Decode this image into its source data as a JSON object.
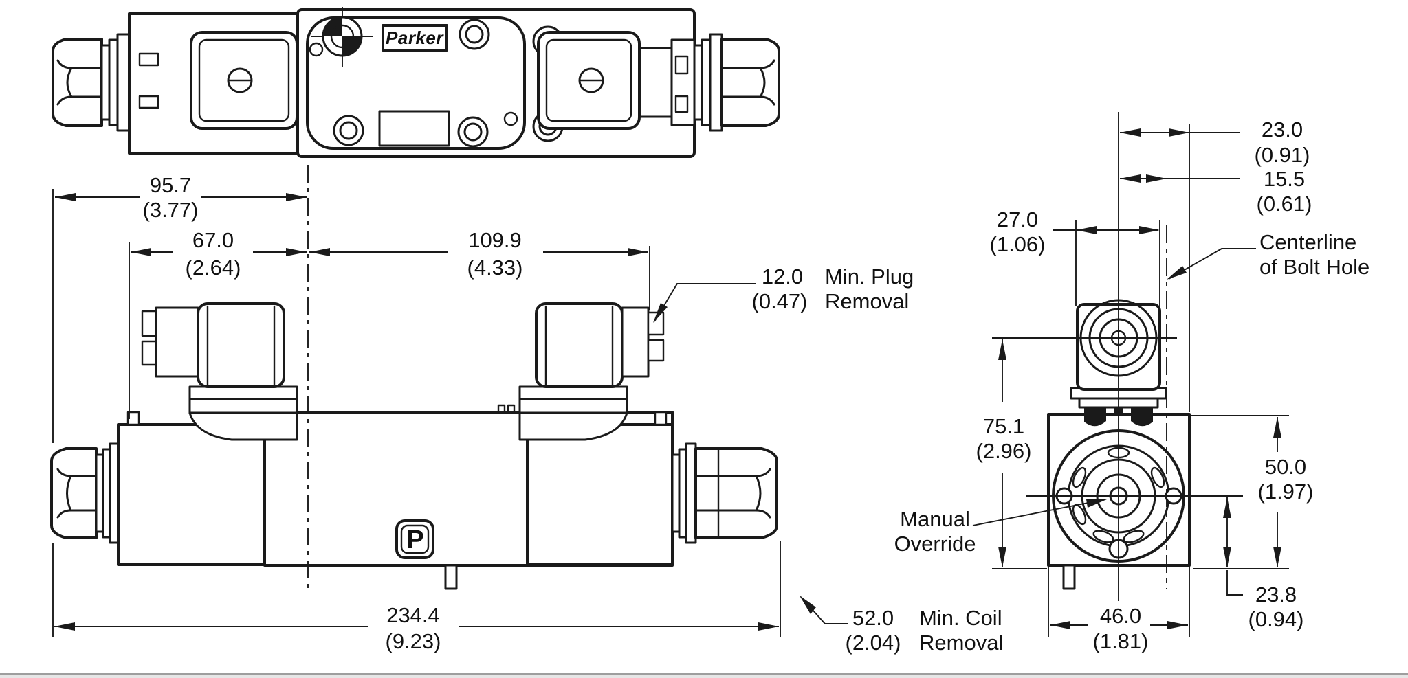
{
  "drawing": {
    "brand_logo": "Parker",
    "port_label": "P",
    "dimensions": {
      "left_end_to_centerline": {
        "mm": "95.7",
        "inch": "(3.77)"
      },
      "coil_face_to_centerline": {
        "mm": "67.0",
        "inch": "(2.64)"
      },
      "centerline_to_plug_face": {
        "mm": "109.9",
        "inch": "(4.33)"
      },
      "min_plug_removal": {
        "mm": "12.0",
        "inch": "(0.47)",
        "note_line1": "Min. Plug",
        "note_line2": "Removal"
      },
      "overall_length": {
        "mm": "234.4",
        "inch": "(9.23)"
      },
      "min_coil_removal": {
        "mm": "52.0",
        "inch": "(2.04)",
        "note_line1": "Min. Coil",
        "note_line2": "Removal"
      },
      "centerline_to_body_edge": {
        "mm": "23.0",
        "inch": "(0.91)"
      },
      "centerline_to_bolt_hole": {
        "mm": "15.5",
        "inch": "(0.61)"
      },
      "connector_width": {
        "mm": "27.0",
        "inch": "(1.06)"
      },
      "gland_axis_height": {
        "mm": "75.1",
        "inch": "(2.96)"
      },
      "body_height": {
        "mm": "50.0",
        "inch": "(1.97)"
      },
      "axis_to_base": {
        "mm": "23.8",
        "inch": "(0.94)"
      },
      "body_width": {
        "mm": "46.0",
        "inch": "(1.81)"
      }
    },
    "callouts": {
      "centerline_of_bolt_hole": {
        "line1": "Centerline",
        "line2": "of Bolt Hole"
      },
      "manual_override": {
        "line1": "Manual",
        "line2": "Override"
      }
    }
  }
}
